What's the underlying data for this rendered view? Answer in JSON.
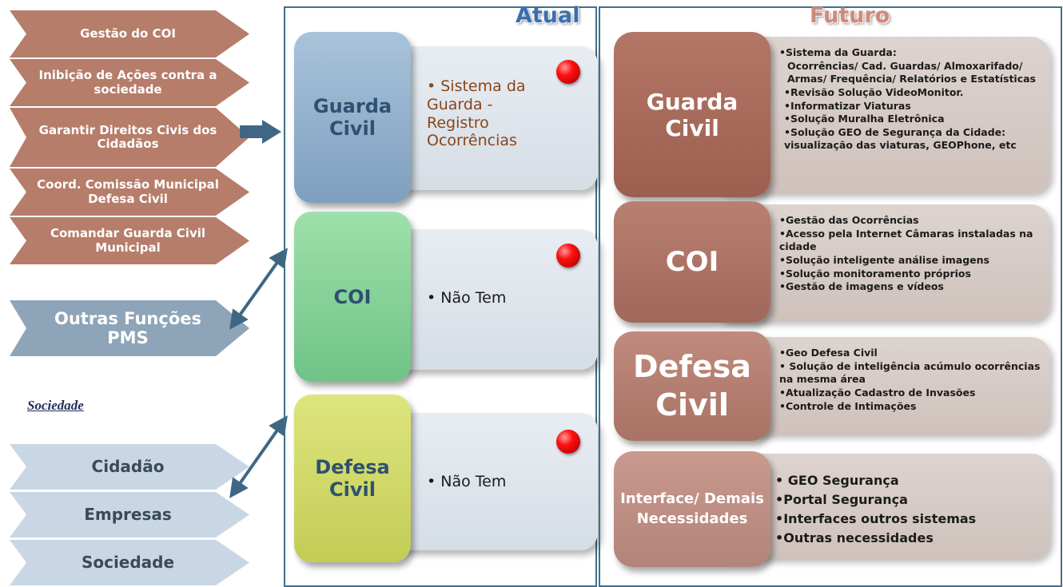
{
  "left_chevrons": [
    {
      "label": "Gestão do COI"
    },
    {
      "label": "Inibição de Ações contra a sociedade"
    },
    {
      "label": "Garantir Direitos Civis dos Cidadãos"
    },
    {
      "label": "Coord. Comissão Municipal Defesa Civil"
    },
    {
      "label": "Comandar Guarda Civil Municipal"
    }
  ],
  "outras": {
    "label": "Outras Funções PMS"
  },
  "sociedade_label": "Sociedade",
  "sociedade_chevrons": [
    {
      "label": "Cidadão"
    },
    {
      "label": "Empresas"
    },
    {
      "label": "Sociedade"
    }
  ],
  "atual": {
    "title": "Atual",
    "cards": [
      {
        "name": "Guarda Civil",
        "text": "• Sistema da Guarda - Registro Ocorrências"
      },
      {
        "name": "COI",
        "text": "• Não Tem"
      },
      {
        "name": "Defesa Civil",
        "text": "• Não Tem"
      }
    ]
  },
  "futuro": {
    "title": "Futuro",
    "cards": [
      {
        "name": "Guarda Civil",
        "items": [
          "•Sistema da Guarda:",
          "Ocorrências/ Cad. Guardas/ Almoxarifado/ Armas/ Frequência/ Relatórios e Estatísticas",
          "•Revisão Solução VideoMonitor.",
          "•Informatizar Viaturas",
          "•Solução Muralha Eletrônica",
          "•Solução GEO de Segurança da Cidade: visualização das viaturas, GEOPhone, etc"
        ]
      },
      {
        "name": "COI",
        "items": [
          "•Gestão das Ocorrências",
          "•Acesso pela Internet Câmaras instaladas na cidade",
          "•Solução inteligente análise imagens",
          "•Solução monitoramento próprios",
          "•Gestão de imagens e vídeos"
        ]
      },
      {
        "name": "Defesa Civil",
        "items": [
          "•Geo Defesa Civil",
          "• Solução de inteligência acúmulo ocorrências na mesma área",
          "•Atualização Cadastro de Invasões",
          "•Controle de Intimações"
        ]
      },
      {
        "name": "Interface/ Demais Necessidades",
        "items": [
          "• GEO Segurança",
          "•Portal Segurança",
          "•Interfaces outros sistemas",
          "•Outras necessidades"
        ]
      }
    ]
  },
  "colors": {
    "chevron_brown": "#b67d6a",
    "chevron_blue": "#8ea4b8",
    "chevron_light": "#c9d7e5",
    "guarda_atual": "#8eaecb",
    "coi_atual": "#7dcf90",
    "defesa_atual": "#cfd866",
    "futuro_front": "#a86757",
    "arrow": "#3f6784"
  }
}
